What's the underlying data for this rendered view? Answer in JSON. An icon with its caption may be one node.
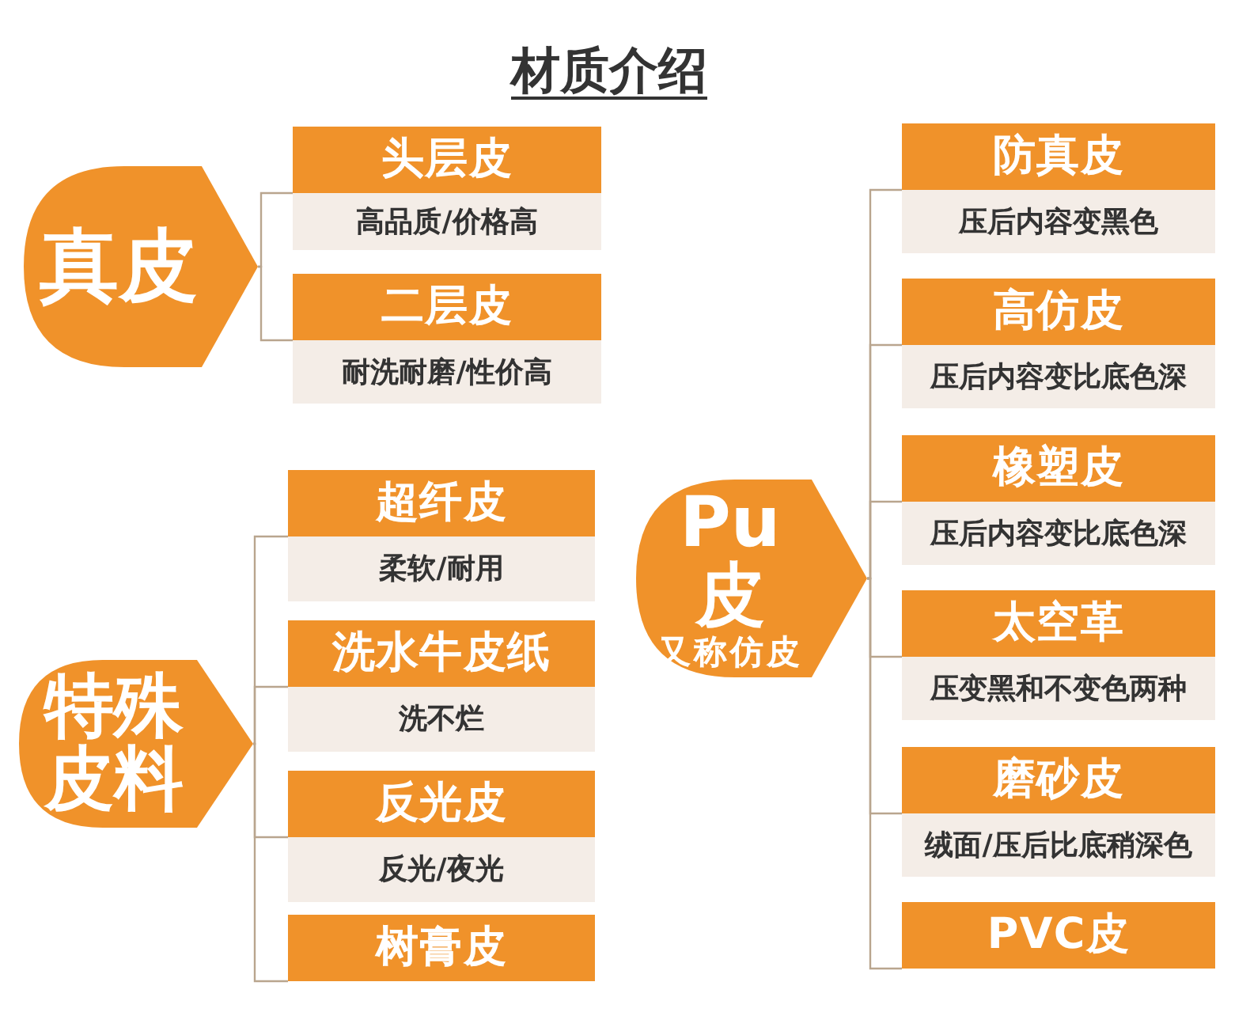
{
  "diagram": {
    "title": "材质介绍",
    "nodes": [
      {
        "text": [
          "真皮"
        ]
      },
      {
        "text": [
          "头层皮",
          "高品质/价格高"
        ]
      },
      {
        "text": [
          "二层皮",
          "耐洗耐磨/性价高"
        ]
      },
      {
        "text": [
          "特殊皮料"
        ]
      },
      {
        "text": [
          "超纤皮",
          "柔软/耐用"
        ]
      },
      {
        "text": [
          "洗水牛皮纸",
          "洗不烂"
        ]
      },
      {
        "text": [
          "反光皮",
          "反光/夜光"
        ]
      },
      {
        "text": [
          "树膏皮"
        ]
      },
      {
        "text": [
          "Pu皮",
          "又称仿皮"
        ]
      },
      {
        "text": [
          "防真皮",
          "压后内容变黑色"
        ]
      },
      {
        "text": [
          "高仿皮",
          "压后内容变比底色深"
        ]
      },
      {
        "text": [
          "橡塑皮",
          "压后内容变比底色深"
        ]
      },
      {
        "text": [
          "太空革",
          "压变黑和不变色两种"
        ]
      },
      {
        "text": [
          "磨砂皮",
          "绒面/压后比底稍深色"
        ]
      },
      {
        "text": [
          "PVC皮"
        ]
      }
    ],
    "edges": [
      {
        "from": 0,
        "to": 1,
        "arrow": "none"
      },
      {
        "from": 0,
        "to": 2,
        "arrow": "none"
      },
      {
        "from": 3,
        "to": 4,
        "arrow": "none"
      },
      {
        "from": 3,
        "to": 5,
        "arrow": "none"
      },
      {
        "from": 3,
        "to": 6,
        "arrow": "none"
      },
      {
        "from": 3,
        "to": 7,
        "arrow": "none"
      },
      {
        "from": 8,
        "to": 9,
        "arrow": "none"
      },
      {
        "from": 8,
        "to": 10,
        "arrow": "none"
      },
      {
        "from": 8,
        "to": 11,
        "arrow": "none"
      },
      {
        "from": 8,
        "to": 12,
        "arrow": "none"
      },
      {
        "from": 8,
        "to": 13,
        "arrow": "none"
      },
      {
        "from": 8,
        "to": 14,
        "arrow": "none"
      }
    ]
  }
}
